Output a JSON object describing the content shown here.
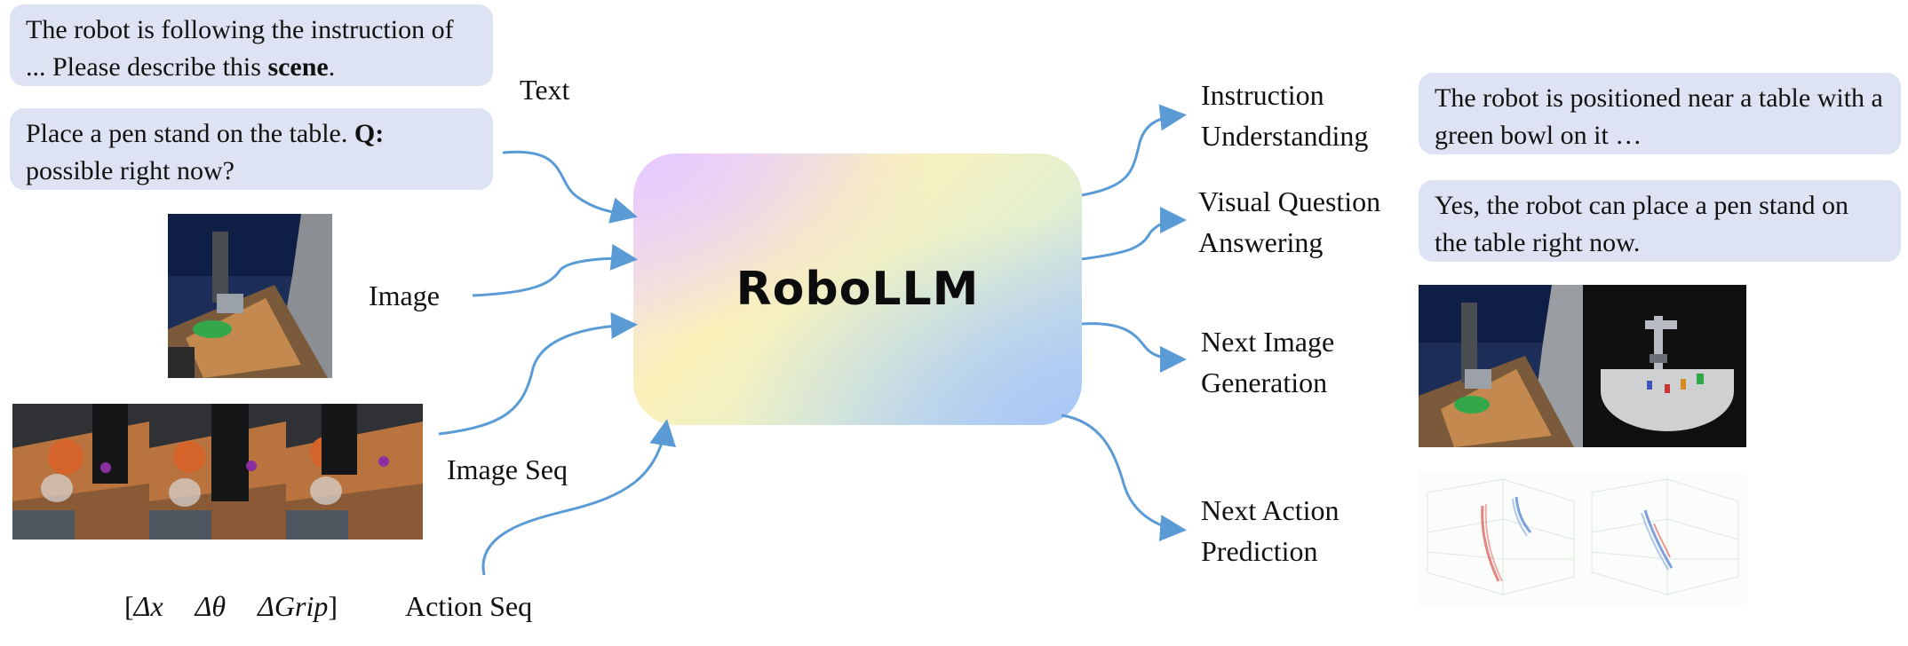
{
  "inputs": {
    "bubble_1": {
      "prefix": "The robot is following the instruction of ... Please describe this ",
      "bold": "scene",
      "suffix": "."
    },
    "bubble_2": {
      "prefix": "Place a pen stand on the table.  ",
      "bold": "Q:",
      "suffix": " possible right now?"
    },
    "text_label": "Text",
    "image_label": "Image",
    "image_seq_label": "Image Seq",
    "action_seq_label": "Action Seq",
    "action_tokens": {
      "open": "[",
      "t1": "Δx",
      "t2": "Δθ",
      "t3": "ΔGrip",
      "close": "]"
    }
  },
  "model": {
    "name": "RoboLLM"
  },
  "outputs": {
    "instruction_understanding": {
      "line1": "Instruction",
      "line2": "Understanding",
      "answer": "The robot is positioned near a table with a green bowl on it …"
    },
    "vqa": {
      "line1": "Visual Question",
      "line2": "Answering",
      "answer": "Yes, the robot can place a pen stand on the table right now."
    },
    "next_image": {
      "line1": "Next Image",
      "line2": "Generation"
    },
    "next_action": {
      "line1": "Next Action",
      "line2": "Prediction"
    }
  },
  "colors": {
    "arrow": "#5b9bd5",
    "bubble": "#dde3f2"
  }
}
